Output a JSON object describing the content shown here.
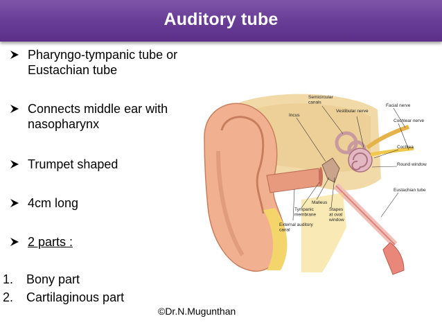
{
  "title": "Auditory tube",
  "bullets": [
    {
      "text": "Pharyngo-tympanic tube or\nEustachian tube",
      "underline": false
    },
    {
      "text": "Connects middle ear with\nnasopharynx",
      "underline": false
    },
    {
      "text": "Trumpet shaped",
      "underline": false
    },
    {
      "text": "4cm long",
      "underline": false
    },
    {
      "text": "2 parts :",
      "underline": true
    }
  ],
  "numbered": [
    {
      "num": "1.",
      "text": "Bony part"
    },
    {
      "num": "2.",
      "text": "Cartilaginous part"
    }
  ],
  "credit": "©Dr.N.Mugunthan",
  "figure_labels": {
    "semicircular": "Semicircular\ncanals",
    "incus": "Incus",
    "vestibular": "Vestibular nerve",
    "facial": "Facial nerve",
    "cochlear_nerve": "Cochlear nerve",
    "cochlea": "Cochlea",
    "round_window": "Round window",
    "malleus": "Malleus",
    "tympanic": "Tympanic\nmembrane",
    "stapes": "Stapes\nat oval\nwindow",
    "eustachian": "Eustachian tube",
    "ext_canal": "External auditory\ncanal"
  },
  "colors": {
    "title_bar": "#6a3f98",
    "title_text": "#ffffff"
  }
}
